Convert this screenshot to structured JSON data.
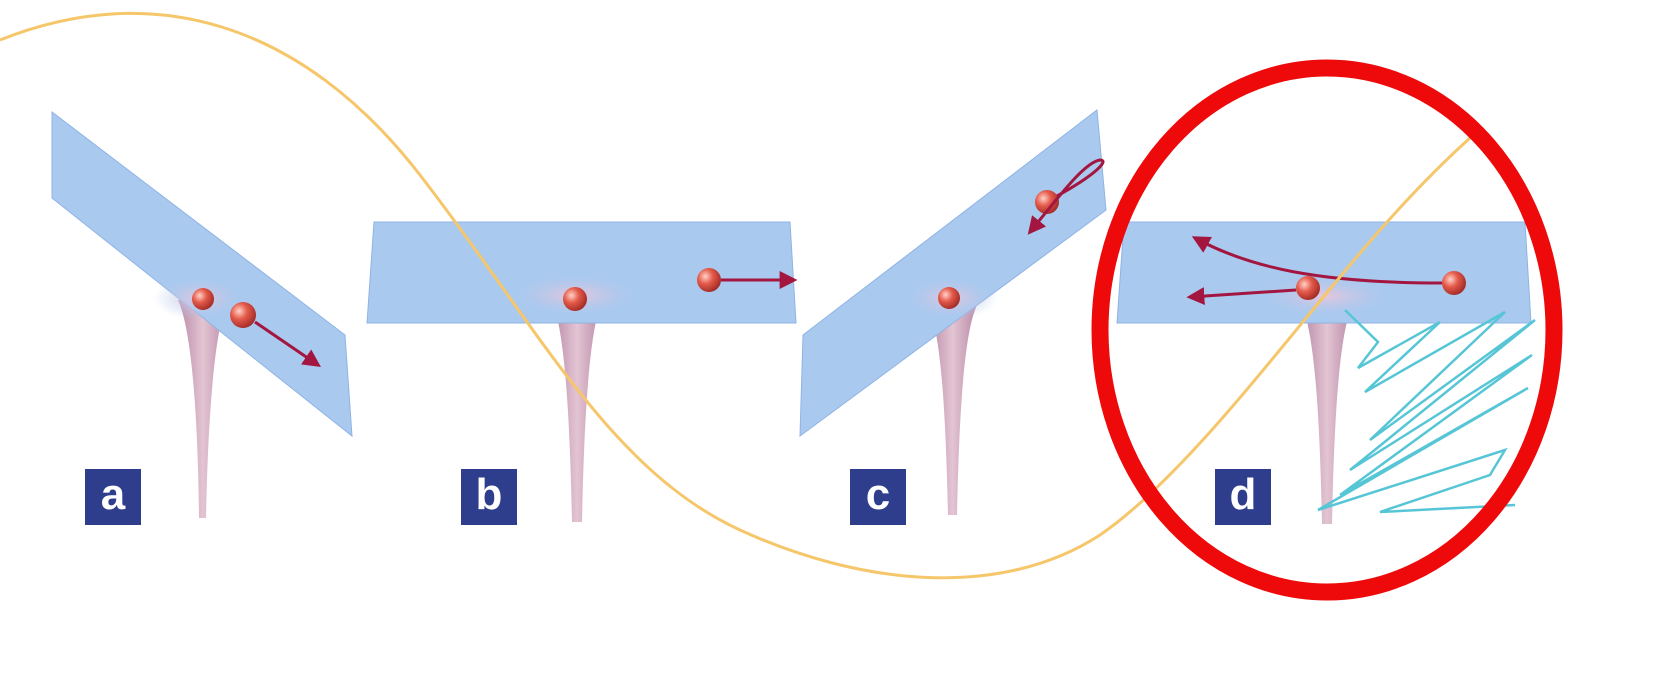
{
  "figure": {
    "panels": [
      {
        "id": "a",
        "label": "a"
      },
      {
        "id": "b",
        "label": "b"
      },
      {
        "id": "c",
        "label": "c"
      },
      {
        "id": "d",
        "label": "d"
      }
    ],
    "highlighted_panel": "d",
    "colors": {
      "field_wave": "#f6c66a",
      "surface_blue": "#a9c9ef",
      "surface_edge": "#8fb4e4",
      "well_pink": "#c89bb2",
      "electron": "#e45a4a",
      "arrow": "#a3163f",
      "emission_wave": "#56c6d6",
      "label_bg": "#2e3d8c",
      "label_text": "#ffffff",
      "highlight_ring": "#ee0a0a"
    }
  }
}
